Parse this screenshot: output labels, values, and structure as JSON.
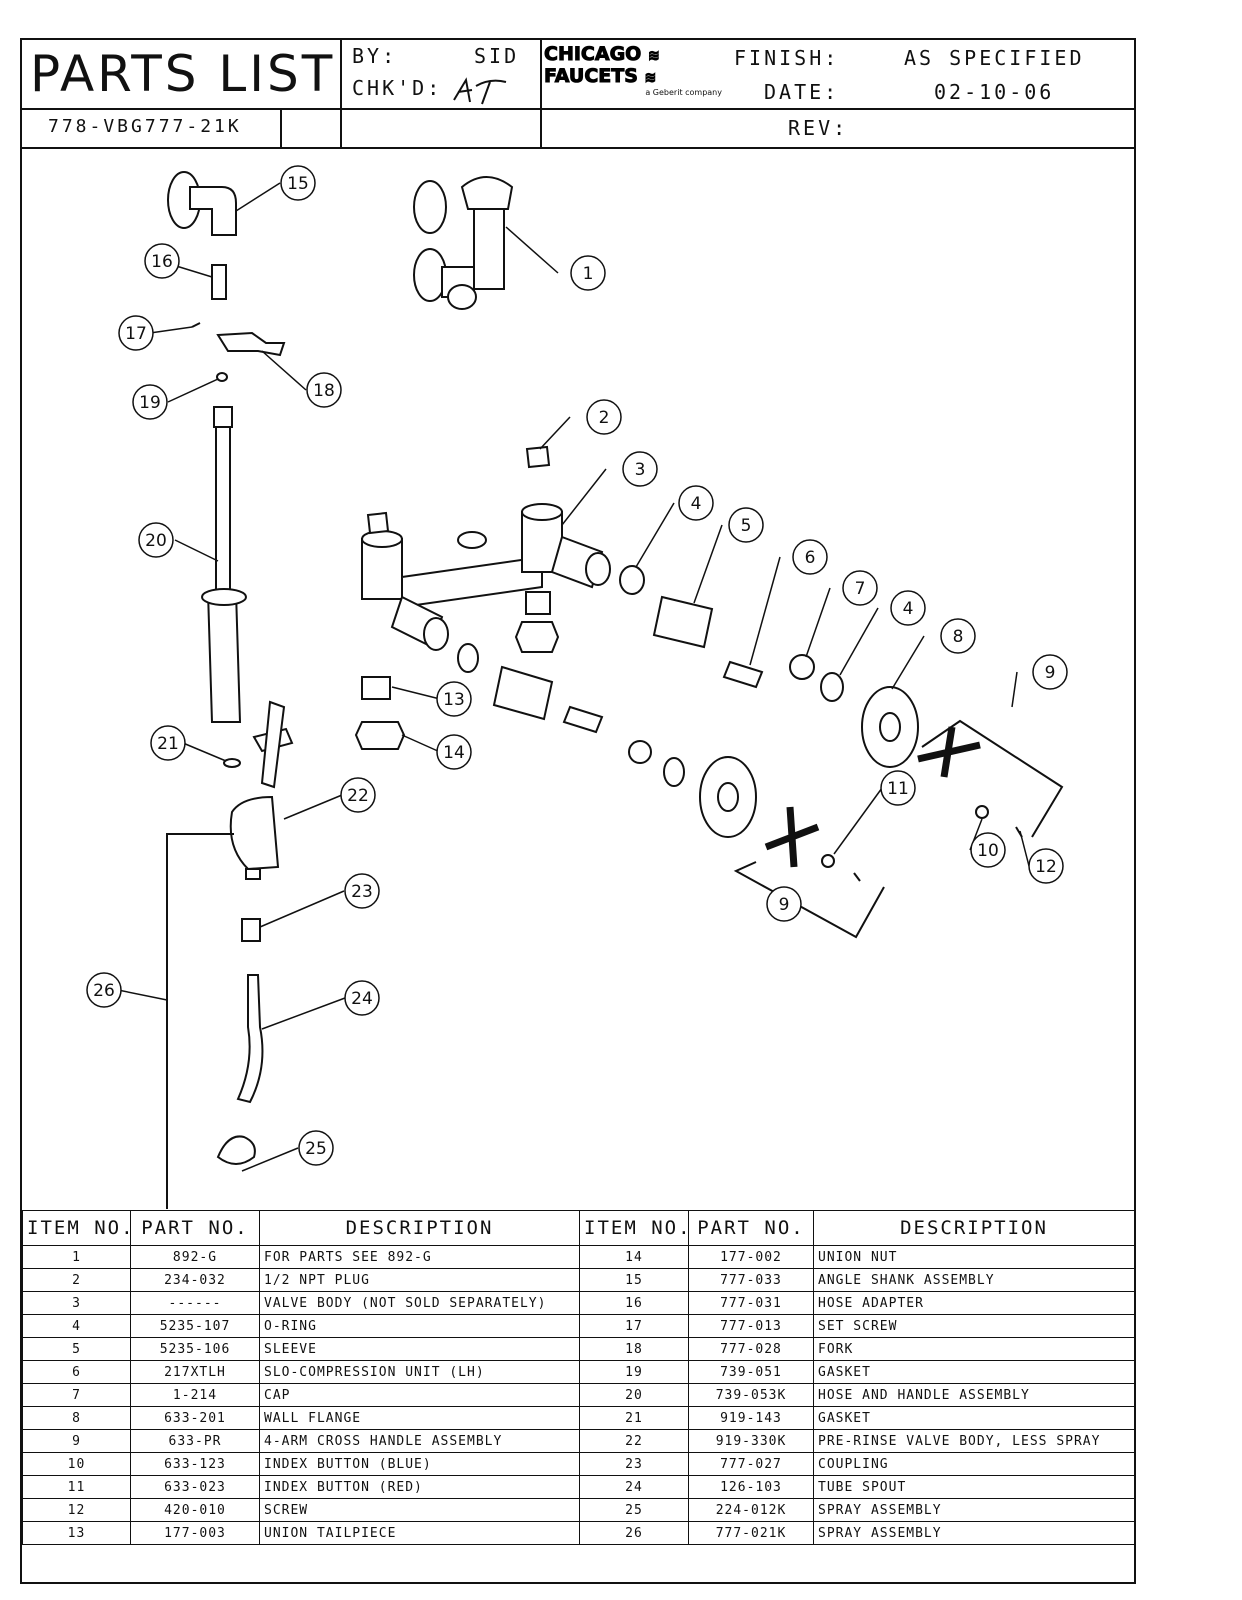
{
  "title_block": {
    "title": "PARTS LIST",
    "by_label": "BY:",
    "by_value": "SID",
    "chkd_label": "CHK'D:",
    "chkd_value": "AT",
    "part_number": "778-VBG777-21K",
    "logo_line1": "CHICAGO",
    "logo_line2": "FAUCETS",
    "logo_tagline": "a Geberit company",
    "finish_label": "FINISH:",
    "finish_value": "AS SPECIFIED",
    "date_label": "DATE:",
    "date_value": "02-10-06",
    "rev_label": "REV:",
    "rev_value": ""
  },
  "callouts": [
    "1",
    "2",
    "3",
    "4",
    "5",
    "6",
    "7",
    "4",
    "8",
    "9",
    "11",
    "9",
    "10",
    "12",
    "13",
    "14",
    "15",
    "16",
    "17",
    "18",
    "19",
    "20",
    "21",
    "22",
    "23",
    "24",
    "25",
    "26"
  ],
  "table": {
    "headers": [
      "ITEM NO.",
      "PART NO.",
      "DESCRIPTION",
      "ITEM NO.",
      "PART NO.",
      "DESCRIPTION"
    ],
    "rows": [
      {
        "item_l": "1",
        "part_l": "892-G",
        "desc_l": "FOR PARTS SEE 892-G",
        "item_r": "14",
        "part_r": "177-002",
        "desc_r": "UNION NUT"
      },
      {
        "item_l": "2",
        "part_l": "234-032",
        "desc_l": "1/2 NPT PLUG",
        "item_r": "15",
        "part_r": "777-033",
        "desc_r": "ANGLE SHANK ASSEMBLY"
      },
      {
        "item_l": "3",
        "part_l": "------",
        "desc_l": "VALVE BODY (NOT SOLD SEPARATELY)",
        "item_r": "16",
        "part_r": "777-031",
        "desc_r": "HOSE ADAPTER"
      },
      {
        "item_l": "4",
        "part_l": "5235-107",
        "desc_l": "O-RING",
        "item_r": "17",
        "part_r": "777-013",
        "desc_r": "SET SCREW"
      },
      {
        "item_l": "5",
        "part_l": "5235-106",
        "desc_l": "SLEEVE",
        "item_r": "18",
        "part_r": "777-028",
        "desc_r": "FORK"
      },
      {
        "item_l": "6",
        "part_l": "217XTLH",
        "desc_l": "SLO-COMPRESSION UNIT (LH)",
        "item_r": "19",
        "part_r": "739-051",
        "desc_r": "GASKET"
      },
      {
        "item_l": "7",
        "part_l": "1-214",
        "desc_l": "CAP",
        "item_r": "20",
        "part_r": "739-053K",
        "desc_r": "HOSE AND HANDLE ASSEMBLY"
      },
      {
        "item_l": "8",
        "part_l": "633-201",
        "desc_l": "WALL FLANGE",
        "item_r": "21",
        "part_r": "919-143",
        "desc_r": "GASKET"
      },
      {
        "item_l": "9",
        "part_l": "633-PR",
        "desc_l": "4-ARM CROSS HANDLE ASSEMBLY",
        "item_r": "22",
        "part_r": "919-330K",
        "desc_r": "PRE-RINSE VALVE BODY, LESS SPRAY"
      },
      {
        "item_l": "10",
        "part_l": "633-123",
        "desc_l": "INDEX BUTTON (BLUE)",
        "item_r": "23",
        "part_r": "777-027",
        "desc_r": "COUPLING"
      },
      {
        "item_l": "11",
        "part_l": "633-023",
        "desc_l": "INDEX BUTTON (RED)",
        "item_r": "24",
        "part_r": "126-103",
        "desc_r": "TUBE SPOUT"
      },
      {
        "item_l": "12",
        "part_l": "420-010",
        "desc_l": "SCREW",
        "item_r": "25",
        "part_r": "224-012K",
        "desc_r": "SPRAY ASSEMBLY"
      },
      {
        "item_l": "13",
        "part_l": "177-003",
        "desc_l": "UNION TAILPIECE",
        "item_r": "26",
        "part_r": "777-021K",
        "desc_r": "SPRAY ASSEMBLY"
      }
    ]
  }
}
